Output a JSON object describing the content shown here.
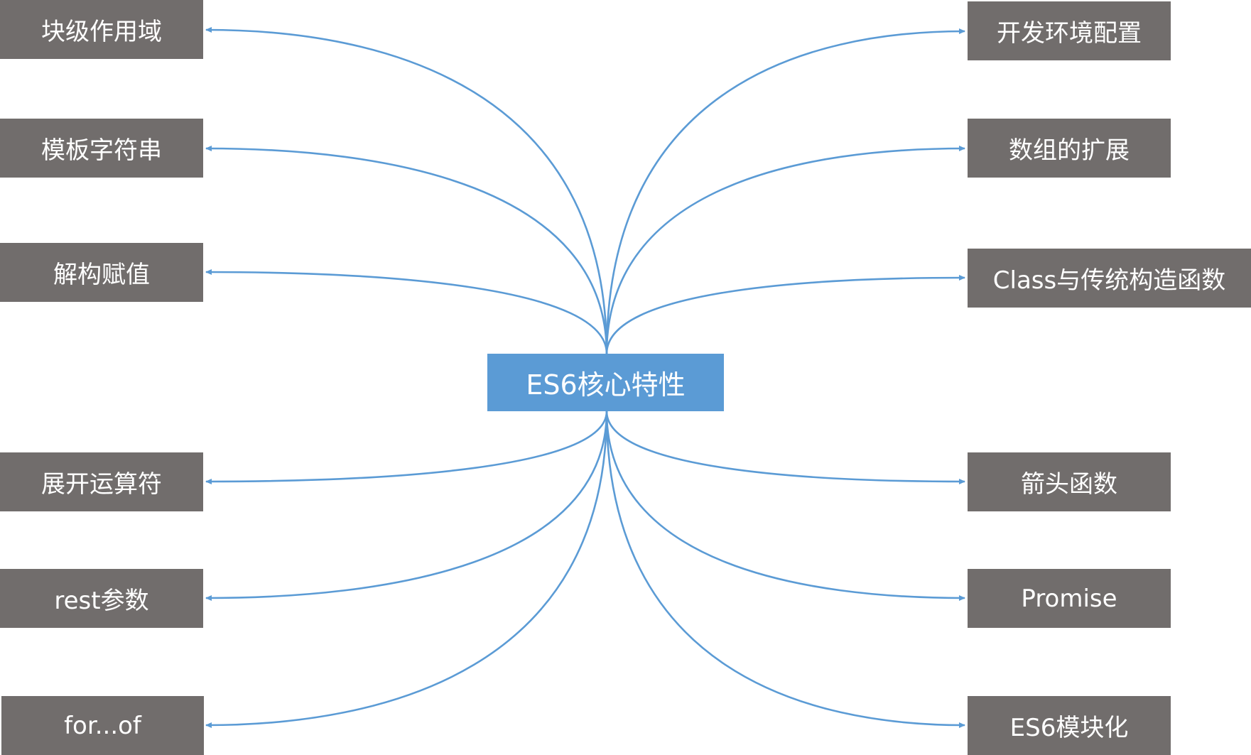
{
  "diagram": {
    "center": {
      "label": "ES6核心特性"
    },
    "left": [
      {
        "label": "块级作用域"
      },
      {
        "label": "模板字符串"
      },
      {
        "label": "解构赋值"
      },
      {
        "label": "展开运算符"
      },
      {
        "label": "rest参数"
      },
      {
        "label": "for...of"
      }
    ],
    "right": [
      {
        "label": "开发环境配置"
      },
      {
        "label": "数组的扩展"
      },
      {
        "label": "Class与传统构造函数"
      },
      {
        "label": "箭头函数"
      },
      {
        "label": "Promise"
      },
      {
        "label": "ES6模块化"
      }
    ],
    "colors": {
      "leaf_fill": "#716d6c",
      "center_fill": "#5b9bd5",
      "connector": "#5b9bd5",
      "text": "#ffffff"
    }
  }
}
